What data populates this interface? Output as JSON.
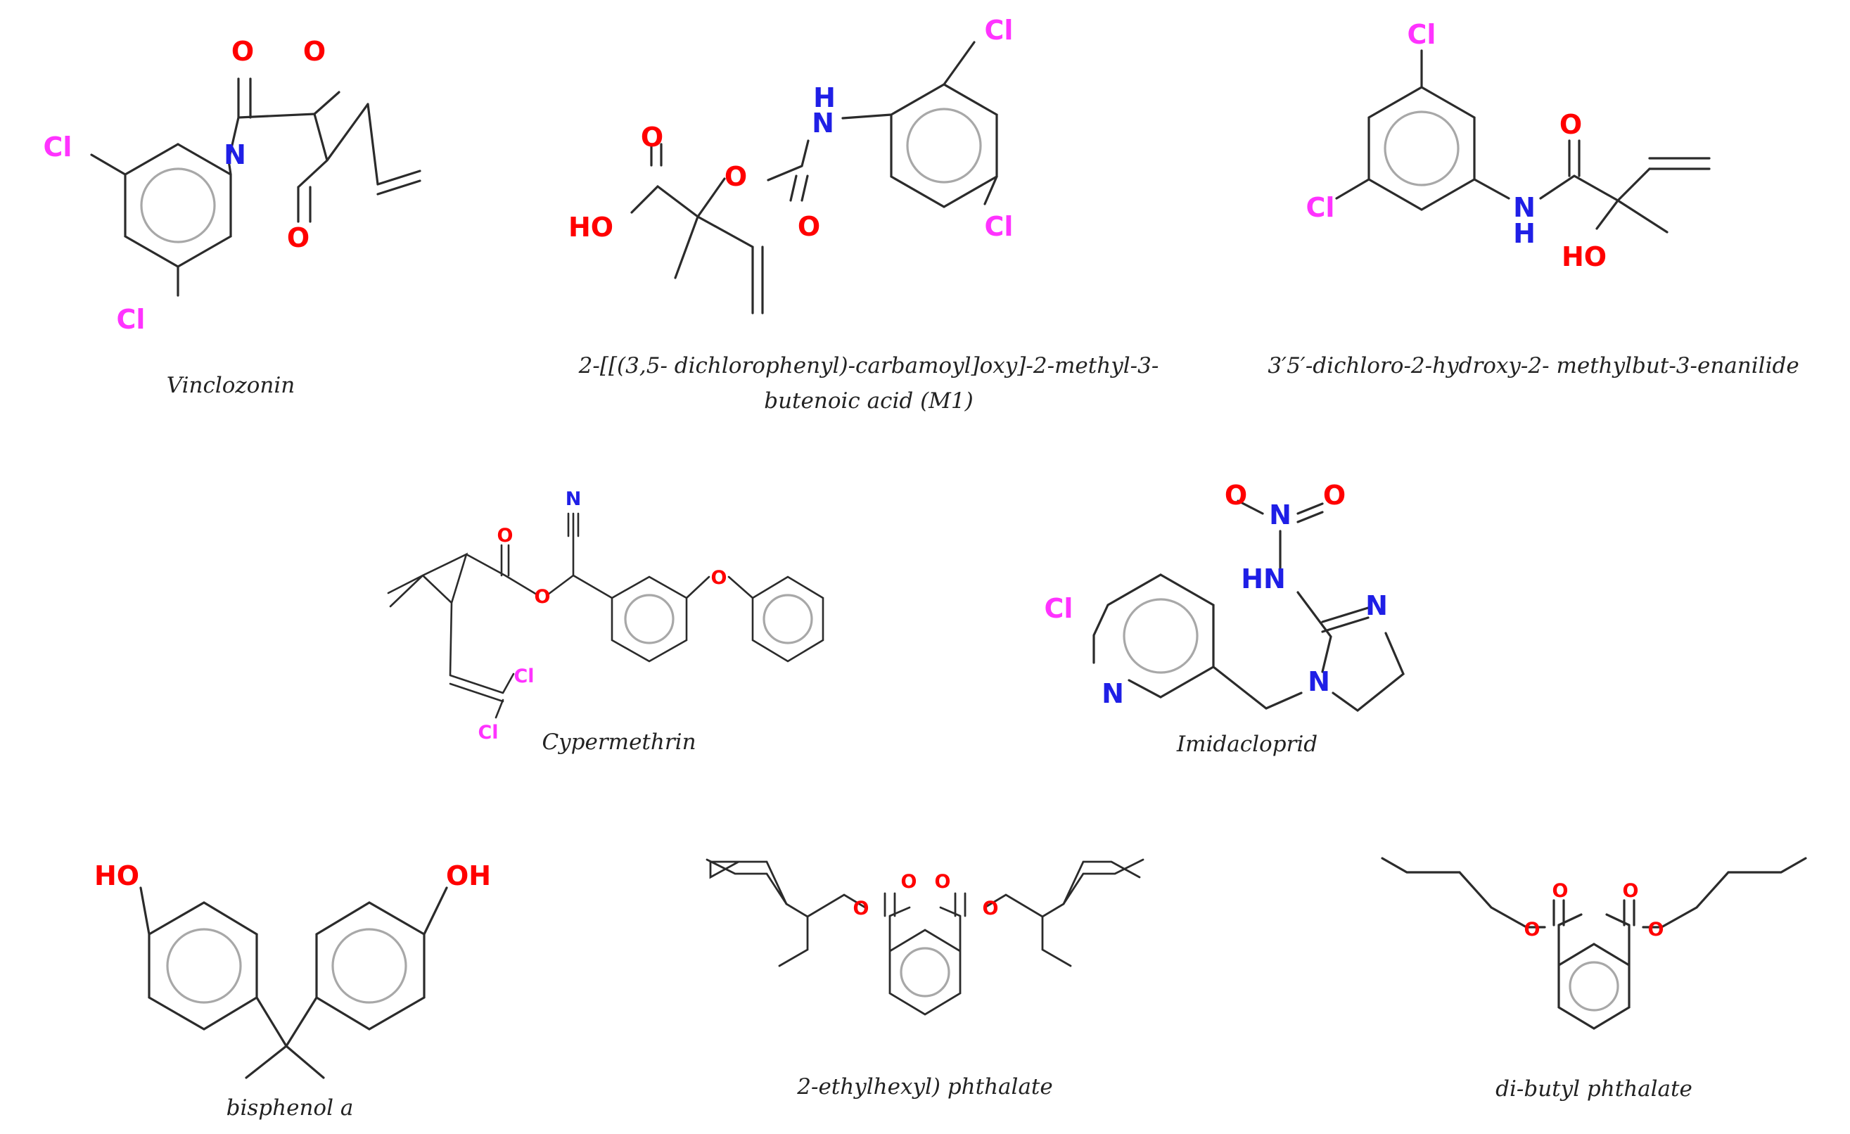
{
  "colors": {
    "bond": "#2b2b2b",
    "ring": "#a8a8a8",
    "O": "#ff0000",
    "N": "#1f1fe6",
    "Cl": "#ff33ff",
    "caption": "#222222"
  },
  "molecules": [
    {
      "id": "vinclozolin",
      "name_lines": [
        "Vinclozonin"
      ]
    },
    {
      "id": "m1",
      "name_lines": [
        "2-[[(3,5- dichlorophenyl)-carbamoyl]oxy]-2-methyl-3-",
        "butenoic acid (M1)"
      ]
    },
    {
      "id": "enanilide",
      "name_lines": [
        "3′5′-dichloro-2-hydroxy-2- methylbut-3-enanilide"
      ]
    },
    {
      "id": "cypermethrin",
      "name_lines": [
        "Cypermethrin"
      ]
    },
    {
      "id": "imidacloprid",
      "name_lines": [
        "Imidacloprid"
      ]
    },
    {
      "id": "bpa",
      "name_lines": [
        "bisphenol a"
      ]
    },
    {
      "id": "dehp",
      "name_lines": [
        "2-ethylhexyl) phthalate"
      ]
    },
    {
      "id": "dbp",
      "name_lines": [
        "di-butyl phthalate"
      ]
    }
  ],
  "atoms": {
    "vinclozolin": [
      {
        "t": "O"
      },
      {
        "t": "O"
      },
      {
        "t": "Cl"
      },
      {
        "t": "N"
      },
      {
        "t": "O"
      },
      {
        "t": "Cl"
      }
    ],
    "m1": [
      {
        "t": "Cl"
      },
      {
        "t": "H"
      },
      {
        "t": "N"
      },
      {
        "t": "O"
      },
      {
        "t": "O"
      },
      {
        "t": "HO"
      },
      {
        "t": "O"
      },
      {
        "t": "Cl"
      }
    ],
    "enanilide": [
      {
        "t": "Cl"
      },
      {
        "t": "O"
      },
      {
        "t": "Cl"
      },
      {
        "t": "N"
      },
      {
        "t": "H"
      },
      {
        "t": "HO"
      }
    ],
    "cypermethrin": [
      {
        "t": "N"
      },
      {
        "t": "O"
      },
      {
        "t": "O"
      },
      {
        "t": "O"
      },
      {
        "t": "Cl"
      },
      {
        "t": "Cl"
      }
    ],
    "imidacloprid": [
      {
        "t": "O"
      },
      {
        "t": "N"
      },
      {
        "t": "O"
      },
      {
        "t": "HN"
      },
      {
        "t": "N"
      },
      {
        "t": "Cl"
      },
      {
        "t": "N"
      },
      {
        "t": "N"
      }
    ],
    "bpa": [
      {
        "t": "HO"
      },
      {
        "t": "OH"
      }
    ],
    "dehp": [
      {
        "t": "O"
      },
      {
        "t": "O"
      },
      {
        "t": "O"
      },
      {
        "t": "O"
      }
    ],
    "dbp": [
      {
        "t": "O"
      },
      {
        "t": "O"
      },
      {
        "t": "O"
      },
      {
        "t": "O"
      }
    ]
  }
}
